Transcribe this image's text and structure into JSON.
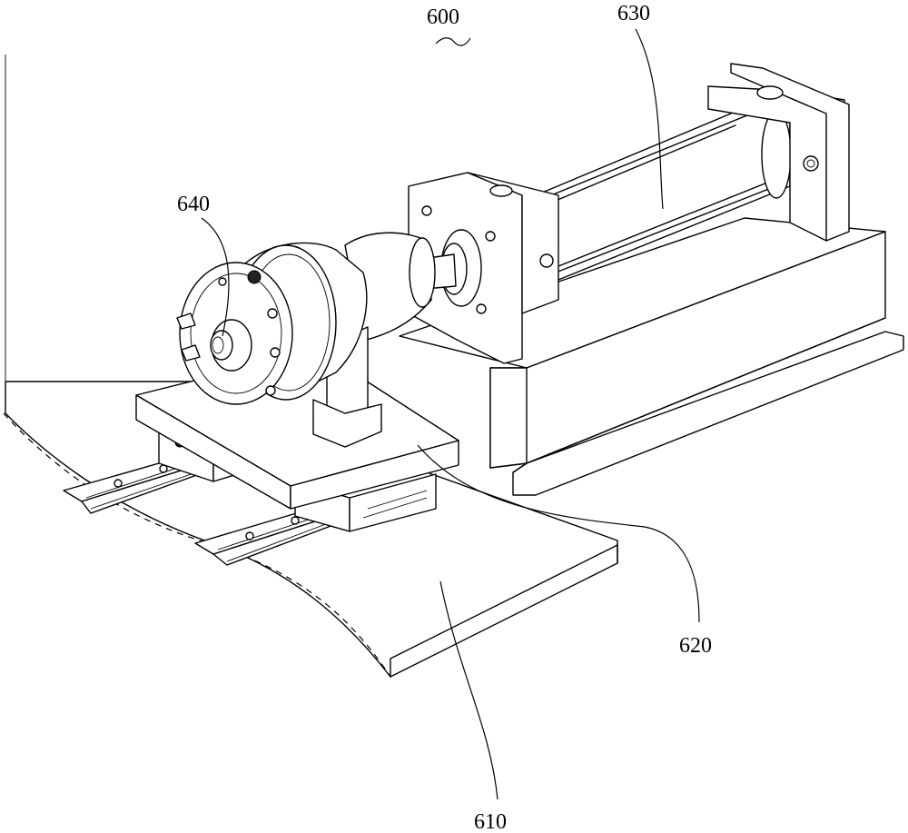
{
  "labels": {
    "assembly": "600",
    "base_plate": "610",
    "slide_table": "620",
    "cylinder": "630",
    "chuck": "640"
  }
}
